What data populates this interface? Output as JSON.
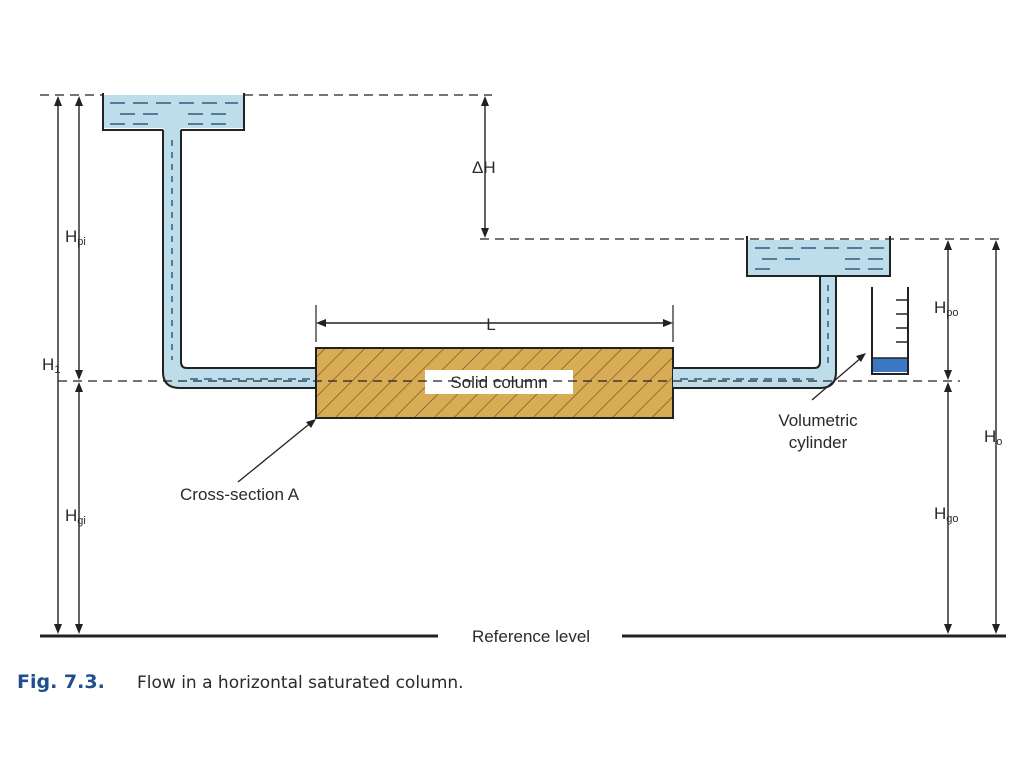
{
  "figure": {
    "number_label": "Fig. 7.3.",
    "caption": "Flow in a horizontal saturated column."
  },
  "labels": {
    "delta_h": "ΔH",
    "h_pi_main": "H",
    "h_pi_sub": "pi",
    "h_1_main": "H",
    "h_1_sub": "1",
    "h_gi_main": "H",
    "h_gi_sub": "gi",
    "h_po_main": "H",
    "h_po_sub": "po",
    "h_o_main": "H",
    "h_o_sub": "o",
    "h_go_main": "H",
    "h_go_sub": "go",
    "length": "L",
    "solid_column": "Solid column",
    "cross_section": "Cross-section A",
    "volumetric_line1": "Volumetric",
    "volumetric_line2": "cylinder",
    "reference_level": "Reference level"
  },
  "colors": {
    "water": "#bcdde9",
    "water_dash": "#2f5d80",
    "column_fill": "#d8ab55",
    "column_hatch": "#6e4a1a",
    "cylinder_water": "#3b78c4",
    "caption_accent": "#1f4f8f",
    "line": "#222222"
  }
}
